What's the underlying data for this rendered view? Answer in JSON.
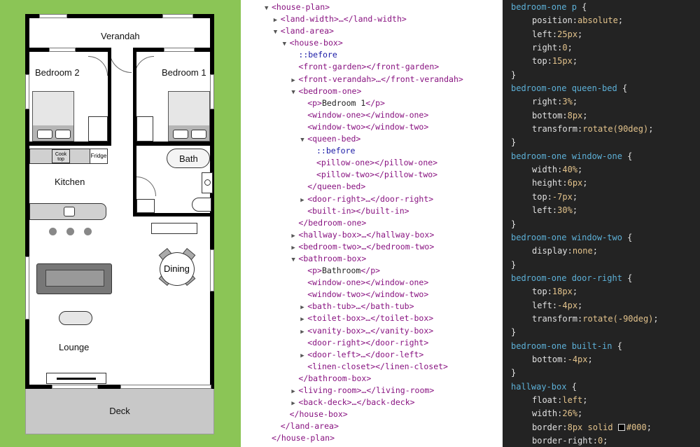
{
  "floor_plan": {
    "labels": {
      "verandah": "Verandah",
      "bedroom_2": "Bedroom 2",
      "bedroom_1": "Bedroom 1",
      "bath": "Bath",
      "kitchen": "Kitchen",
      "cook_top": "Cook top",
      "fridge": "Fridge",
      "dining": "Dining",
      "lounge": "Lounge",
      "deck": "Deck"
    },
    "colors": {
      "garden": "#8bc556",
      "deck": "#c8c8c8",
      "walls": "#000000"
    }
  },
  "dom_tree": [
    {
      "indent": 0,
      "toggle": "▼",
      "text": "<house-plan>"
    },
    {
      "indent": 1,
      "toggle": "▶",
      "text": "<land-width>…</land-width>"
    },
    {
      "indent": 1,
      "toggle": "▼",
      "text": "<land-area>"
    },
    {
      "indent": 2,
      "toggle": "▼",
      "text": "<house-box>"
    },
    {
      "indent": 3,
      "toggle": "",
      "text": "::before",
      "pseudo": true
    },
    {
      "indent": 3,
      "toggle": "",
      "text": "<front-garden></front-garden>"
    },
    {
      "indent": 3,
      "toggle": "▶",
      "text": "<front-verandah>…</front-verandah>"
    },
    {
      "indent": 3,
      "toggle": "▼",
      "text": "<bedroom-one>"
    },
    {
      "indent": 4,
      "toggle": "",
      "text": "<p>Bedroom 1</p>"
    },
    {
      "indent": 4,
      "toggle": "",
      "text": "<window-one></window-one>"
    },
    {
      "indent": 4,
      "toggle": "",
      "text": "<window-two></window-two>"
    },
    {
      "indent": 4,
      "toggle": "▼",
      "text": "<queen-bed>"
    },
    {
      "indent": 5,
      "toggle": "",
      "text": "::before",
      "pseudo": true
    },
    {
      "indent": 5,
      "toggle": "",
      "text": "<pillow-one></pillow-one>"
    },
    {
      "indent": 5,
      "toggle": "",
      "text": "<pillow-two></pillow-two>"
    },
    {
      "indent": 4,
      "toggle": "",
      "text": "</queen-bed>"
    },
    {
      "indent": 4,
      "toggle": "▶",
      "text": "<door-right>…</door-right>"
    },
    {
      "indent": 4,
      "toggle": "",
      "text": "<built-in></built-in>"
    },
    {
      "indent": 3,
      "toggle": "",
      "text": "</bedroom-one>"
    },
    {
      "indent": 3,
      "toggle": "▶",
      "text": "<hallway-box>…</hallway-box>"
    },
    {
      "indent": 3,
      "toggle": "▶",
      "text": "<bedroom-two>…</bedroom-two>"
    },
    {
      "indent": 3,
      "toggle": "▼",
      "text": "<bathroom-box>"
    },
    {
      "indent": 4,
      "toggle": "",
      "text": "<p>Bathroom</p>"
    },
    {
      "indent": 4,
      "toggle": "",
      "text": "<window-one></window-one>"
    },
    {
      "indent": 4,
      "toggle": "",
      "text": "<window-two></window-two>"
    },
    {
      "indent": 4,
      "toggle": "▶",
      "text": "<bath-tub>…</bath-tub>"
    },
    {
      "indent": 4,
      "toggle": "▶",
      "text": "<toilet-box>…</toilet-box>"
    },
    {
      "indent": 4,
      "toggle": "▶",
      "text": "<vanity-box>…</vanity-box>"
    },
    {
      "indent": 4,
      "toggle": "",
      "text": "<door-right></door-right>"
    },
    {
      "indent": 4,
      "toggle": "▶",
      "text": "<door-left>…</door-left>"
    },
    {
      "indent": 4,
      "toggle": "",
      "text": "<linen-closet></linen-closet>"
    },
    {
      "indent": 3,
      "toggle": "",
      "text": "</bathroom-box>"
    },
    {
      "indent": 3,
      "toggle": "▶",
      "text": "<living-room>…</living-room>"
    },
    {
      "indent": 3,
      "toggle": "▶",
      "text": "<back-deck>…</back-deck>"
    },
    {
      "indent": 2,
      "toggle": "",
      "text": "</house-box>"
    },
    {
      "indent": 1,
      "toggle": "",
      "text": "</land-area>"
    },
    {
      "indent": 0,
      "toggle": "",
      "text": "</house-plan>"
    }
  ],
  "css_rules": [
    {
      "selector": "bedroom-one p",
      "decls": [
        {
          "prop": "position",
          "value": "absolute"
        },
        {
          "prop": "left",
          "value": "25px"
        },
        {
          "prop": "right",
          "value": "0"
        },
        {
          "prop": "top",
          "value": "15px"
        }
      ]
    },
    {
      "selector": "bedroom-one queen-bed",
      "decls": [
        {
          "prop": "right",
          "value": "3%"
        },
        {
          "prop": "bottom",
          "value": "8px"
        },
        {
          "prop": "transform",
          "value": "rotate(90deg)"
        }
      ]
    },
    {
      "selector": "bedroom-one window-one",
      "decls": [
        {
          "prop": "width",
          "value": "40%"
        },
        {
          "prop": "height",
          "value": "6px"
        },
        {
          "prop": "top",
          "value": "-7px"
        },
        {
          "prop": "left",
          "value": "30%"
        }
      ]
    },
    {
      "selector": "bedroom-one window-two",
      "decls": [
        {
          "prop": "display",
          "value": "none"
        }
      ]
    },
    {
      "selector": "bedroom-one door-right",
      "decls": [
        {
          "prop": "top",
          "value": "18px"
        },
        {
          "prop": "left",
          "value": "-4px"
        },
        {
          "prop": "transform",
          "value": "rotate(-90deg)"
        }
      ]
    },
    {
      "selector": "bedroom-one built-in",
      "decls": [
        {
          "prop": "bottom",
          "value": "-4px"
        }
      ]
    },
    {
      "selector": "hallway-box",
      "decls": [
        {
          "prop": "float",
          "value": "left"
        },
        {
          "prop": "width",
          "value": "26%"
        },
        {
          "prop": "border",
          "value": "8px solid",
          "swatch": true,
          "after": "#000"
        },
        {
          "prop": "border-right",
          "value": "0"
        }
      ]
    }
  ]
}
